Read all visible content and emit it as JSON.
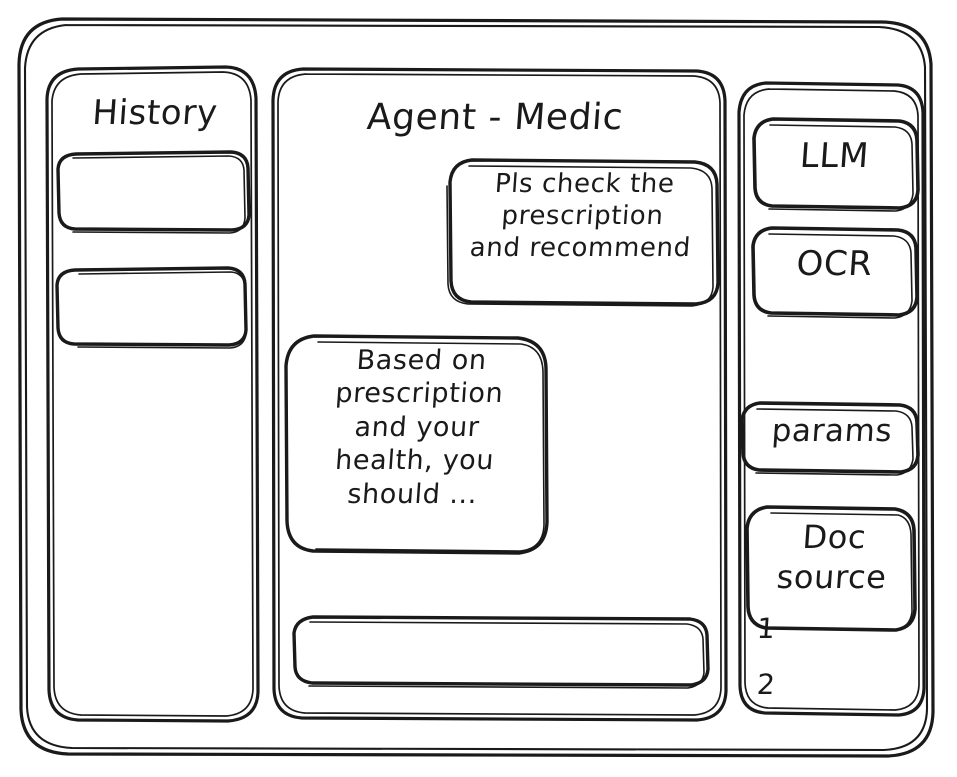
{
  "window": {
    "name": "agent-medic-wireframe",
    "background_color": "#ffffff",
    "stroke_color": "#1a1a1a"
  },
  "sidebar_left": {
    "title": "History",
    "items": [
      {
        "label": ""
      },
      {
        "label": ""
      }
    ]
  },
  "main": {
    "title": "Agent - Medic",
    "messages": [
      {
        "role": "user",
        "align": "right",
        "text": "Pls check the\nprescription\nand recommend"
      },
      {
        "role": "agent",
        "align": "left",
        "text": "Based on\nprescription\nand your\nhealth, you\nshould ..."
      }
    ],
    "composer": {
      "value": "",
      "placeholder": ""
    }
  },
  "sidebar_right": {
    "tools": [
      {
        "label": "LLM"
      },
      {
        "label": "OCR"
      },
      {
        "label": "params"
      }
    ],
    "doc_source": {
      "label": "Doc\nsource",
      "items": [
        "1",
        "2"
      ]
    }
  }
}
